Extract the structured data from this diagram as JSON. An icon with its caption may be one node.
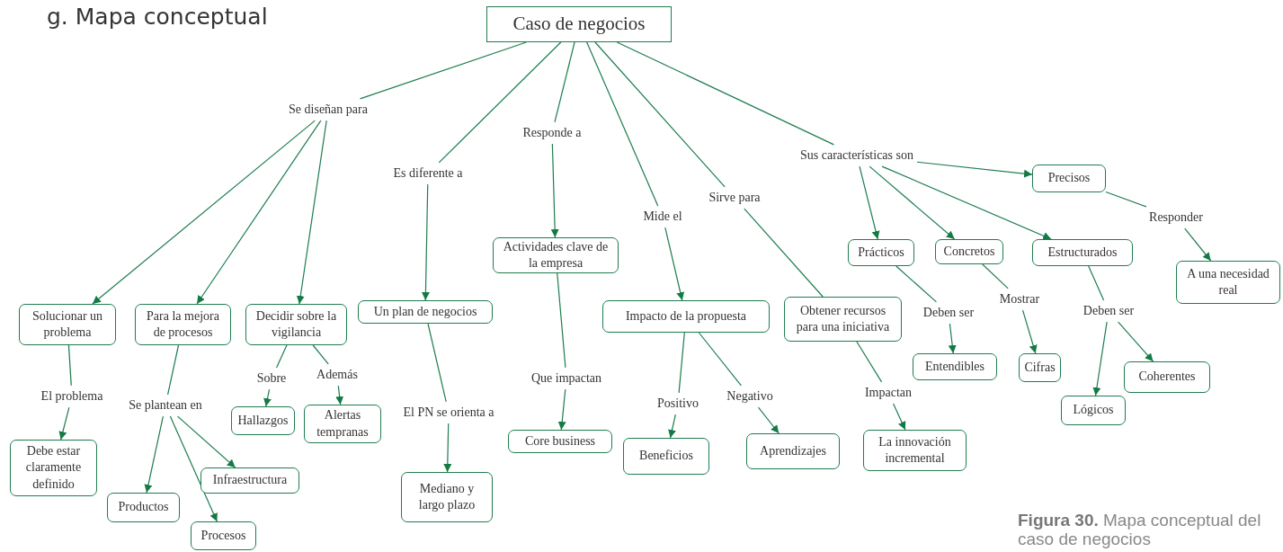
{
  "diagram": {
    "title": "g. Mapa conceptual",
    "caption": "**Figura 30.** Mapa conceptual del caso de negocios",
    "nodes": [
      {
        "text": [
          "Caso de negocios"
        ]
      },
      {
        "text": [
          "Se diseñan para"
        ]
      },
      {
        "text": [
          "Es diferente a"
        ]
      },
      {
        "text": [
          "Responde a"
        ]
      },
      {
        "text": [
          "Mide el"
        ]
      },
      {
        "text": [
          "Sirve para"
        ]
      },
      {
        "text": [
          "Sus características son"
        ]
      },
      {
        "text": [
          "Solucionar un problema"
        ]
      },
      {
        "text": [
          "Para la mejora de procesos"
        ]
      },
      {
        "text": [
          "Decidir sobre la vigilancia"
        ]
      },
      {
        "text": [
          "Un plan de negocios"
        ]
      },
      {
        "text": [
          "Actividades clave de la empresa"
        ]
      },
      {
        "text": [
          "Impacto de la propuesta"
        ]
      },
      {
        "text": [
          "Obtener recursos para una iniciativa"
        ]
      },
      {
        "text": [
          "Prácticos"
        ]
      },
      {
        "text": [
          "Concretos"
        ]
      },
      {
        "text": [
          "Estructurados"
        ]
      },
      {
        "text": [
          "Precisos"
        ]
      },
      {
        "text": [
          "Responder"
        ]
      },
      {
        "text": [
          "A una necesidad real"
        ]
      },
      {
        "text": [
          "El problema"
        ]
      },
      {
        "text": [
          "Se plantean en"
        ]
      },
      {
        "text": [
          "Sobre"
        ]
      },
      {
        "text": [
          "Además"
        ]
      },
      {
        "text": [
          "Debe estar claramente definido"
        ]
      },
      {
        "text": [
          "Productos"
        ]
      },
      {
        "text": [
          "Procesos"
        ]
      },
      {
        "text": [
          "Infraestructura"
        ]
      },
      {
        "text": [
          "Hallazgos"
        ]
      },
      {
        "text": [
          "Alertas tempranas"
        ]
      },
      {
        "text": [
          "El PN se orienta a"
        ]
      },
      {
        "text": [
          "Mediano y largo plazo"
        ]
      },
      {
        "text": [
          "Que impactan"
        ]
      },
      {
        "text": [
          "Core business"
        ]
      },
      {
        "text": [
          "Positivo"
        ]
      },
      {
        "text": [
          "Negativo"
        ]
      },
      {
        "text": [
          "Beneficios"
        ]
      },
      {
        "text": [
          "Aprendizajes"
        ]
      },
      {
        "text": [
          "Impactan"
        ]
      },
      {
        "text": [
          "La innovación incremental"
        ]
      },
      {
        "text": [
          "Deben ser"
        ]
      },
      {
        "text": [
          "Mostrar"
        ]
      },
      {
        "text": [
          "Deben ser"
        ]
      },
      {
        "text": [
          "Entendibles"
        ]
      },
      {
        "text": [
          "Cifras"
        ]
      },
      {
        "text": [
          "Lógicos"
        ]
      },
      {
        "text": [
          "Coherentes"
        ]
      }
    ],
    "edges": [
      {
        "from": 0,
        "to": 1,
        "arrow": "none"
      },
      {
        "from": 0,
        "to": 2,
        "arrow": "none"
      },
      {
        "from": 0,
        "to": 3,
        "arrow": "none"
      },
      {
        "from": 0,
        "to": 4,
        "arrow": "none"
      },
      {
        "from": 0,
        "to": 5,
        "arrow": "none"
      },
      {
        "from": 0,
        "to": 6,
        "arrow": "none"
      },
      {
        "from": 1,
        "to": 7,
        "arrow": "to"
      },
      {
        "from": 1,
        "to": 8,
        "arrow": "to"
      },
      {
        "from": 1,
        "to": 9,
        "arrow": "to"
      },
      {
        "from": 2,
        "to": 10,
        "arrow": "to"
      },
      {
        "from": 3,
        "to": 11,
        "arrow": "to"
      },
      {
        "from": 4,
        "to": 12,
        "arrow": "to"
      },
      {
        "from": 5,
        "to": 13,
        "arrow": "none"
      },
      {
        "from": 6,
        "to": 14,
        "arrow": "to"
      },
      {
        "from": 6,
        "to": 15,
        "arrow": "to"
      },
      {
        "from": 6,
        "to": 16,
        "arrow": "to"
      },
      {
        "from": 6,
        "to": 17,
        "arrow": "to"
      },
      {
        "from": 17,
        "to": 18,
        "arrow": "none"
      },
      {
        "from": 18,
        "to": 19,
        "arrow": "to"
      },
      {
        "from": 7,
        "to": 20,
        "arrow": "none"
      },
      {
        "from": 20,
        "to": 24,
        "arrow": "to"
      },
      {
        "from": 8,
        "to": 21,
        "arrow": "none"
      },
      {
        "from": 21,
        "to": 25,
        "arrow": "to"
      },
      {
        "from": 21,
        "to": 26,
        "arrow": "to"
      },
      {
        "from": 21,
        "to": 27,
        "arrow": "to"
      },
      {
        "from": 9,
        "to": 22,
        "arrow": "none"
      },
      {
        "from": 22,
        "to": 28,
        "arrow": "to"
      },
      {
        "from": 9,
        "to": 23,
        "arrow": "none"
      },
      {
        "from": 23,
        "to": 29,
        "arrow": "to"
      },
      {
        "from": 10,
        "to": 30,
        "arrow": "none"
      },
      {
        "from": 30,
        "to": 31,
        "arrow": "to"
      },
      {
        "from": 11,
        "to": 32,
        "arrow": "none"
      },
      {
        "from": 32,
        "to": 33,
        "arrow": "to"
      },
      {
        "from": 12,
        "to": 34,
        "arrow": "none"
      },
      {
        "from": 34,
        "to": 36,
        "arrow": "to"
      },
      {
        "from": 12,
        "to": 35,
        "arrow": "none"
      },
      {
        "from": 35,
        "to": 37,
        "arrow": "to"
      },
      {
        "from": 13,
        "to": 38,
        "arrow": "none"
      },
      {
        "from": 38,
        "to": 39,
        "arrow": "to"
      },
      {
        "from": 14,
        "to": 40,
        "arrow": "none"
      },
      {
        "from": 40,
        "to": 43,
        "arrow": "to"
      },
      {
        "from": 15,
        "to": 41,
        "arrow": "none"
      },
      {
        "from": 41,
        "to": 44,
        "arrow": "to"
      },
      {
        "from": 16,
        "to": 42,
        "arrow": "none"
      },
      {
        "from": 42,
        "to": 45,
        "arrow": "to"
      },
      {
        "from": 42,
        "to": 46,
        "arrow": "to"
      }
    ]
  }
}
